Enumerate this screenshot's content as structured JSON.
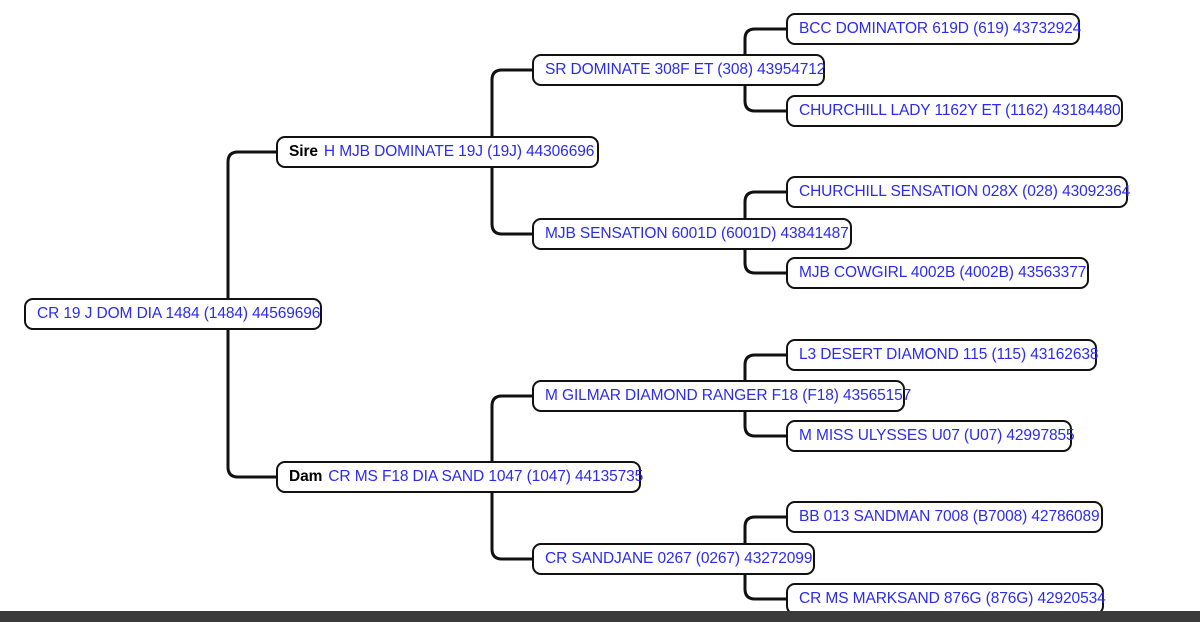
{
  "chart": {
    "type": "pedigree-tree",
    "title": "",
    "colors": {
      "node_border": "#111111",
      "node_text": "#2b2bf0",
      "role_text": "#000000",
      "connector": "#111111",
      "background": "#ffffff",
      "bottom_bar": "#3b3b3b"
    }
  },
  "nodes": {
    "root": {
      "role": "",
      "name": "CR 19 J DOM DIA 1484 (1484) 44569696",
      "generation": 0
    },
    "sire": {
      "role": "Sire",
      "name": "H MJB DOMINATE 19J (19J) 44306696",
      "generation": 1
    },
    "dam": {
      "role": "Dam",
      "name": "CR MS F18 DIA SAND 1047 (1047) 44135735",
      "generation": 1
    },
    "sire_sire": {
      "role": "",
      "name": "SR DOMINATE 308F ET (308) 43954712",
      "generation": 2
    },
    "sire_dam": {
      "role": "",
      "name": "MJB SENSATION 6001D (6001D) 43841487",
      "generation": 2
    },
    "dam_sire": {
      "role": "",
      "name": "M GILMAR DIAMOND RANGER F18 (F18) 43565157",
      "generation": 2
    },
    "dam_dam": {
      "role": "",
      "name": "CR SANDJANE 0267 (0267) 43272099",
      "generation": 2
    },
    "sire_sire_sire": {
      "role": "",
      "name": "BCC DOMINATOR 619D (619) 43732924",
      "generation": 3
    },
    "sire_sire_dam": {
      "role": "",
      "name": "CHURCHILL LADY 1162Y ET (1162) 43184480",
      "generation": 3
    },
    "sire_dam_sire": {
      "role": "",
      "name": "CHURCHILL SENSATION 028X (028) 43092364",
      "generation": 3
    },
    "sire_dam_dam": {
      "role": "",
      "name": "MJB COWGIRL 4002B (4002B) 43563377",
      "generation": 3
    },
    "dam_sire_sire": {
      "role": "",
      "name": "L3 DESERT DIAMOND 115 (115) 43162638",
      "generation": 3
    },
    "dam_sire_dam": {
      "role": "",
      "name": "M MISS ULYSSES U07 (U07) 42997855",
      "generation": 3
    },
    "dam_dam_sire": {
      "role": "",
      "name": "BB 013 SANDMAN 7008 (B7008) 42786089",
      "generation": 3
    },
    "dam_dam_dam": {
      "role": "",
      "name": "CR MS MARKSAND 876G (876G) 42920534",
      "generation": 3
    }
  }
}
